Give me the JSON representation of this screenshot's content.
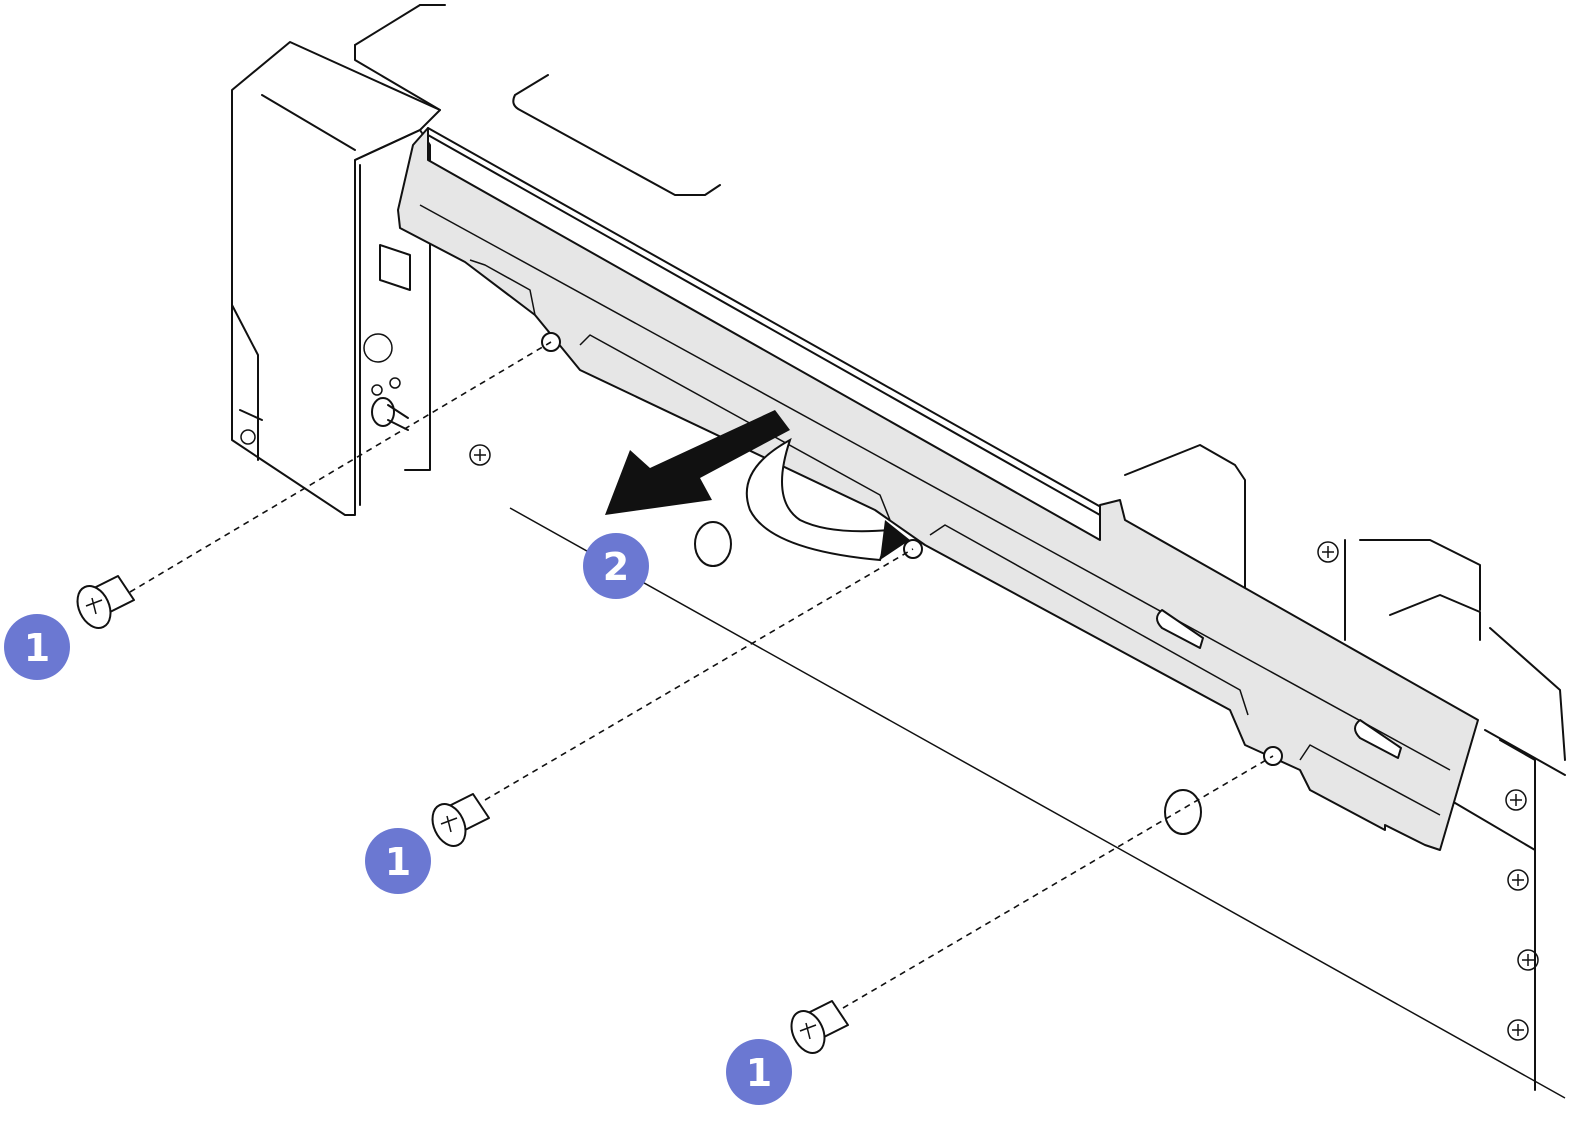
{
  "callouts": {
    "step1_a": "1",
    "step1_b": "1",
    "step1_c": "1",
    "step2": "2"
  },
  "colors": {
    "callout_fill": "#6b78d2",
    "callout_text": "#ffffff",
    "bracket_fill": "#e6e6e6",
    "arrow_fill": "#111111",
    "line_color": "#111111"
  },
  "icons": [
    "screw-icon",
    "phillips-screw-head-icon",
    "removal-arrow-icon",
    "rotation-arrow-icon"
  ]
}
